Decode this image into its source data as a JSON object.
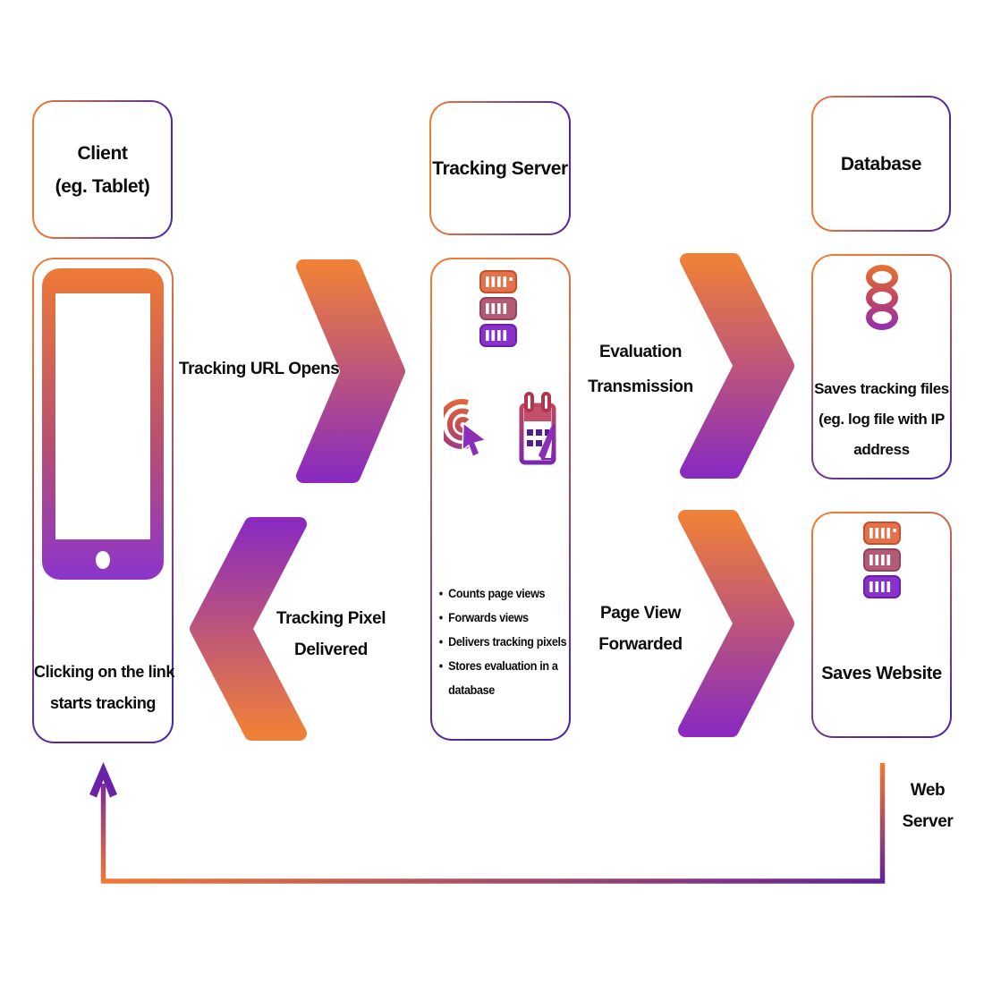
{
  "colors": {
    "orange": "#EE7A36",
    "purple": "#8A2BBE",
    "deep_purple": "#4F27A0",
    "connector_purple": "#5F2395",
    "text": "#0C0C0C"
  },
  "client": {
    "title_lines": [
      "Client",
      "(eg. Tablet)"
    ],
    "icon": "tablet-icon",
    "caption_lines": [
      "Clicking on the link",
      "starts tracking"
    ]
  },
  "tracking_server": {
    "title": "Tracking Server",
    "icons": [
      "server-rack-icon",
      "click-tracking-icon",
      "calendar-icon"
    ],
    "bullets": [
      "Counts page views",
      "Forwards views",
      "Delivers tracking pixels",
      "Stores evaluation in a database"
    ]
  },
  "database": {
    "title": "Database",
    "icon": "database-cylinder-icon",
    "caption_lines": [
      "Saves tracking files",
      "(eg. log file with IP",
      "address"
    ]
  },
  "web_server": {
    "icon": "server-rack-icon",
    "caption": "Saves Website",
    "label_lines": [
      "Web",
      "Server"
    ]
  },
  "arrows": {
    "tracking_url_opens": {
      "label": "Tracking URL Opens"
    },
    "evaluation_transmission": {
      "label_lines": [
        "Evaluation",
        "Transmission"
      ]
    },
    "tracking_pixel_delivered": {
      "label_lines": [
        "Tracking Pixel",
        "Delivered"
      ]
    },
    "page_view_forwarded": {
      "label_lines": [
        "Page View",
        "Forwarded"
      ]
    }
  }
}
